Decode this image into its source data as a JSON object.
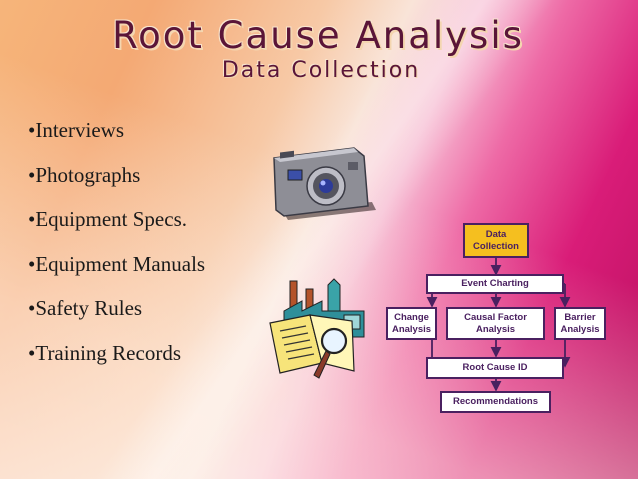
{
  "slide": {
    "title": "Root Cause Analysis",
    "subtitle": "Data Collection",
    "bullets": [
      "•Interviews",
      "•Photographs",
      "•Equipment Specs.",
      "•Equipment Manuals",
      "•Safety Rules",
      "•Training Records"
    ]
  },
  "flowchart": {
    "data_collection": "Data Collection",
    "event_charting": "Event Charting",
    "change_analysis": "Change Analysis",
    "causal_factor_analysis": "Causal Factor Analysis",
    "barrier_analysis": "Barrier Analysis",
    "root_cause_id": "Root Cause ID",
    "recommendations": "Recommendations",
    "colors": {
      "border": "#4a2060",
      "highlight": "#f5bf1f",
      "box": "#ffffff"
    }
  },
  "icons": [
    "camera-icon",
    "factory-with-document-magnifier-icon"
  ]
}
